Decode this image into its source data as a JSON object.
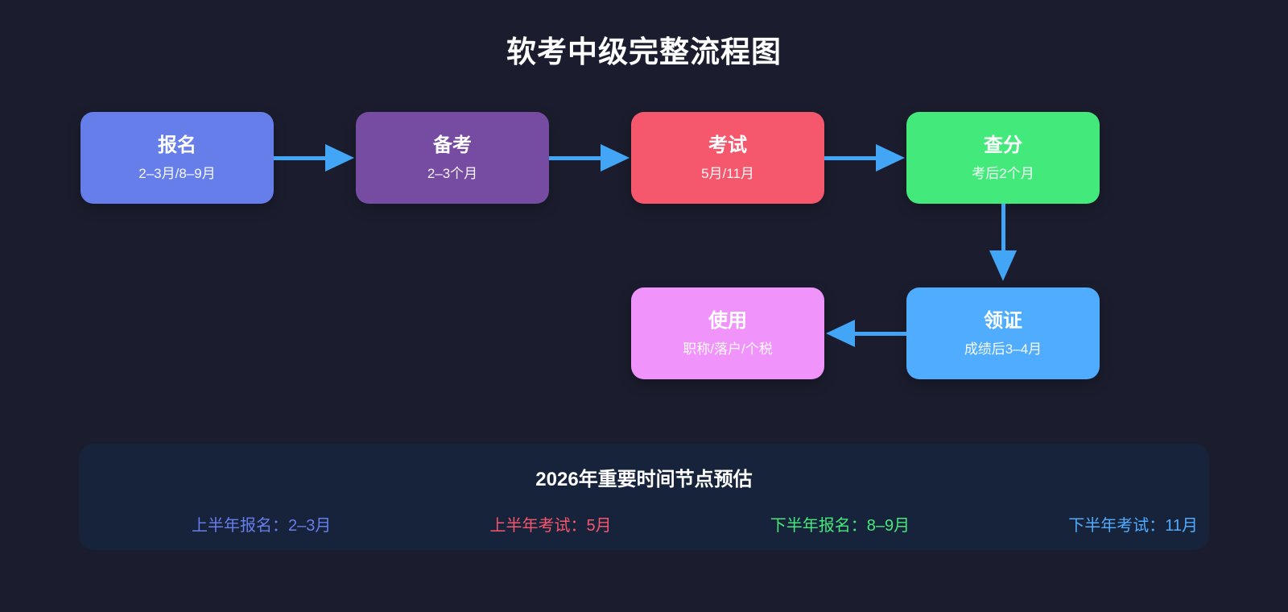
{
  "page": {
    "title": "软考中级完整流程图",
    "background": "#1b1d2e"
  },
  "flow": {
    "arrow_color": "#42a5f5",
    "nodes": [
      {
        "id": "signup",
        "title": "报名",
        "subtitle": "2–3月/8–9月",
        "color": "#667eea"
      },
      {
        "id": "prepare",
        "title": "备考",
        "subtitle": "2–3个月",
        "color": "#764ba2"
      },
      {
        "id": "exam",
        "title": "考试",
        "subtitle": "5月/11月",
        "color": "#f5576c"
      },
      {
        "id": "check-score",
        "title": "查分",
        "subtitle": "考后2个月",
        "color": "#43e97b"
      },
      {
        "id": "get-cert",
        "title": "领证",
        "subtitle": "成绩后3–4月",
        "color": "#4facfe"
      },
      {
        "id": "use-cert",
        "title": "使用",
        "subtitle": "职称/落户/个税",
        "color": "#f093fb"
      }
    ],
    "edges": [
      {
        "from": "报名",
        "to": "备考"
      },
      {
        "from": "备考",
        "to": "考试"
      },
      {
        "from": "考试",
        "to": "查分"
      },
      {
        "from": "查分",
        "to": "领证"
      },
      {
        "from": "领证",
        "to": "使用"
      }
    ]
  },
  "timeline": {
    "title": "2026年重要时间节点预估",
    "panel_color": "#17223b",
    "items": [
      {
        "text": "上半年报名：2–3月",
        "color": "#667eea"
      },
      {
        "text": "上半年考试：5月",
        "color": "#f5576c"
      },
      {
        "text": "下半年报名：8–9月",
        "color": "#43e97b"
      },
      {
        "text": "下半年考试：11月",
        "color": "#4facfe"
      }
    ]
  }
}
